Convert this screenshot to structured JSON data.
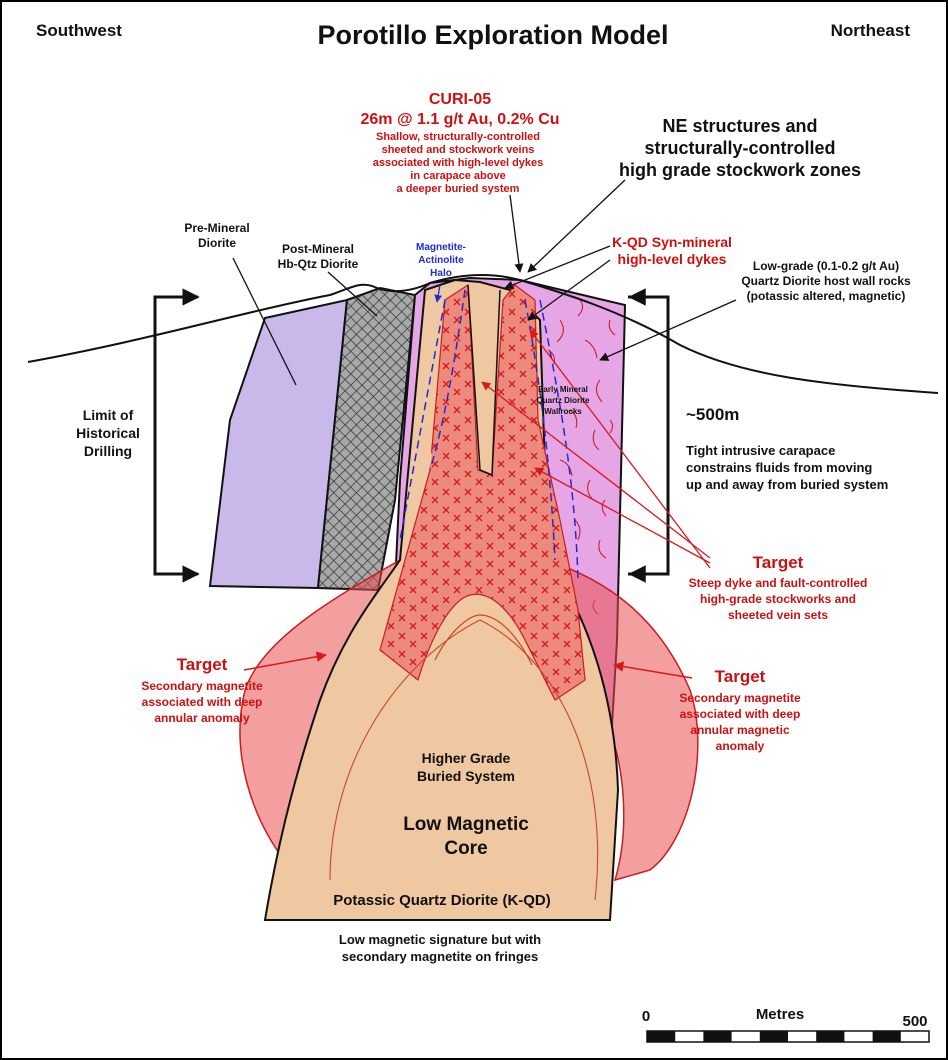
{
  "title": "Porotillo Exploration Model",
  "directions": {
    "left": "Southwest",
    "right": "Northeast"
  },
  "curi": {
    "name": "CURI-05",
    "result": "26m @ 1.1 g/t Au, 0.2% Cu",
    "desc": [
      "Shallow, structurally-controlled",
      "sheeted and stockwork veins",
      "associated with high-level dykes",
      "in carapace above",
      "a deeper buried system"
    ]
  },
  "ne_structures": [
    "NE structures and",
    "structurally-controlled",
    "high grade stockwork zones"
  ],
  "kqd_dykes": [
    "K-QD Syn-mineral",
    "high-level dykes"
  ],
  "low_grade": [
    "Low-grade (0.1-0.2 g/t Au)",
    "Quartz Diorite host wall rocks",
    "(potassic altered, magnetic)"
  ],
  "pre_mineral": [
    "Pre-Mineral",
    "Diorite"
  ],
  "post_mineral": [
    "Post-Mineral",
    "Hb-Qtz Diorite"
  ],
  "magnetite_halo": [
    "Magnetite-",
    "Actinolite",
    "Halo"
  ],
  "historical": [
    "Limit of",
    "Historical",
    "Drilling"
  ],
  "early_mineral": [
    "Early Mineral",
    "Quartz Diorite",
    "Wallrocks"
  ],
  "depth": "~500m",
  "carapace": [
    "Tight intrusive carapace",
    "constrains fluids from moving",
    "up and away from buried system"
  ],
  "target_right_mid": {
    "title": "Target",
    "lines": [
      "Steep dyke and fault-controlled",
      "high-grade stockworks and",
      "sheeted vein sets"
    ]
  },
  "target_left": {
    "title": "Target",
    "lines": [
      "Secondary magnetite",
      "associated with deep",
      "annular anomaly"
    ]
  },
  "target_right": {
    "title": "Target",
    "lines": [
      "Secondary magnetite",
      "associated with deep",
      "annular magnetic",
      "anomaly"
    ]
  },
  "core_labels": {
    "higher_grade": [
      "Higher Grade",
      "Buried System"
    ],
    "low_mag": [
      "Low Magnetic",
      "Core"
    ],
    "kqd": "Potassic Quartz Diorite (K-QD)"
  },
  "bottom_note": [
    "Low magnetic signature but with",
    "secondary magnetite on fringes"
  ],
  "scale": {
    "start": "0",
    "unit": "Metres",
    "end": "500"
  },
  "colors": {
    "red_text": "#cc1111",
    "blue_text": "#1f2bd6",
    "purple_unit": "#c9b9ea",
    "pink_wallrock": "#e6a6e6",
    "core_tan": "#efc7a1",
    "target_red": "#ea5050"
  }
}
